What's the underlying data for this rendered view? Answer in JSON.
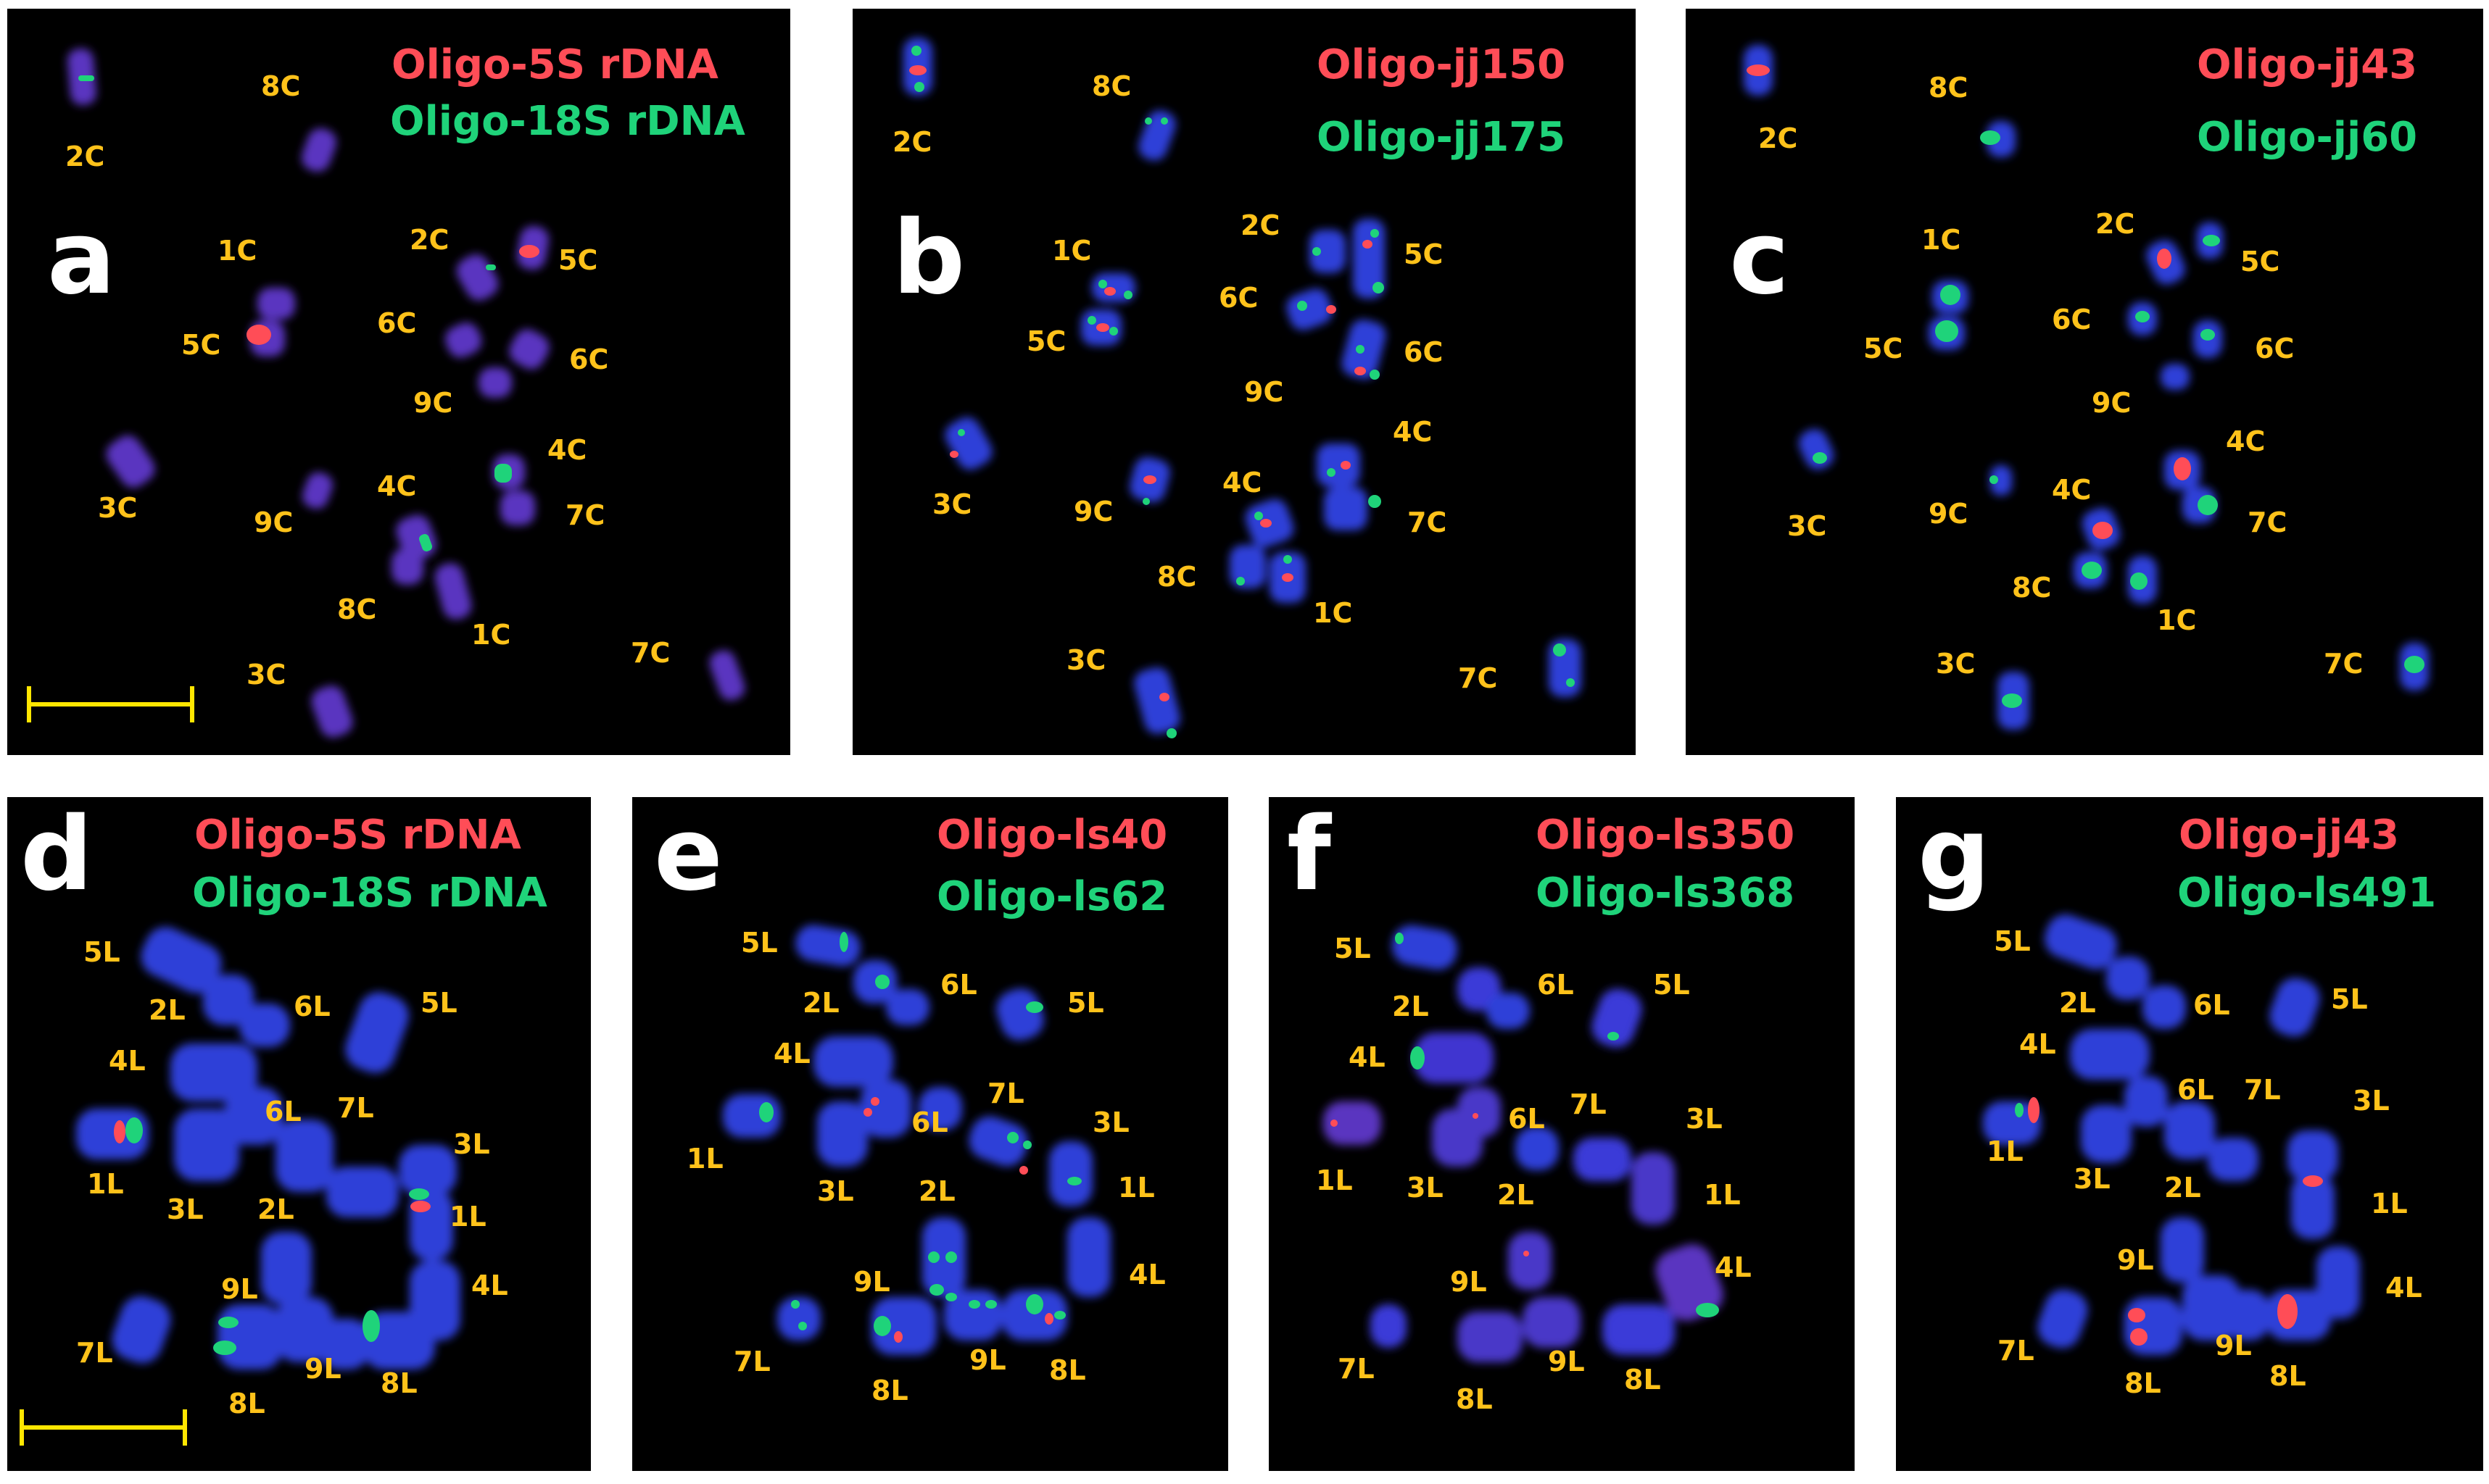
{
  "panels": {
    "a": {
      "letter": "a",
      "red_probe": "Oligo-5S rDNA",
      "green_probe": "Oligo-18S rDNA",
      "labels": [
        "2C",
        "8C",
        "1C",
        "2C",
        "5C",
        "5C",
        "6C",
        "6C",
        "9C",
        "3C",
        "9C",
        "4C",
        "4C",
        "7C",
        "8C",
        "1C",
        "3C",
        "7C"
      ]
    },
    "b": {
      "letter": "b",
      "red_probe": "Oligo-jj150",
      "green_probe": "Oligo-jj175",
      "labels": [
        "2C",
        "8C",
        "2C",
        "5C",
        "1C",
        "6C",
        "5C",
        "6C",
        "9C",
        "4C",
        "3C",
        "9C",
        "4C",
        "7C",
        "8C",
        "1C",
        "3C",
        "7C"
      ]
    },
    "c": {
      "letter": "c",
      "red_probe": "Oligo-jj43",
      "green_probe": "Oligo-jj60",
      "labels": [
        "2C",
        "8C",
        "1C",
        "2C",
        "5C",
        "6C",
        "5C",
        "6C",
        "9C",
        "4C",
        "3C",
        "9C",
        "4C",
        "7C",
        "8C",
        "1C",
        "3C",
        "7C"
      ]
    },
    "d": {
      "letter": "d",
      "red_probe": "Oligo-5S rDNA",
      "green_probe": "Oligo-18S rDNA",
      "labels": [
        "5L",
        "2L",
        "6L",
        "5L",
        "4L",
        "6L",
        "7L",
        "3L",
        "1L",
        "3L",
        "2L",
        "1L",
        "9L",
        "4L",
        "7L",
        "9L",
        "8L",
        "8L"
      ]
    },
    "e": {
      "letter": "e",
      "red_probe": "Oligo-ls40",
      "green_probe": "Oligo-ls62",
      "labels": [
        "5L",
        "6L",
        "2L",
        "5L",
        "4L",
        "7L",
        "6L",
        "3L",
        "1L",
        "1L",
        "3L",
        "2L",
        "9L",
        "4L",
        "7L",
        "9L",
        "8L",
        "8L"
      ]
    },
    "f": {
      "letter": "f",
      "red_probe": "Oligo-ls350",
      "green_probe": "Oligo-ls368",
      "labels": [
        "5L",
        "2L",
        "6L",
        "5L",
        "4L",
        "6L",
        "7L",
        "3L",
        "1L",
        "3L",
        "2L",
        "1L",
        "9L",
        "4L",
        "7L",
        "9L",
        "8L",
        "8L"
      ]
    },
    "g": {
      "letter": "g",
      "red_probe": "Oligo-jj43",
      "green_probe": "Oligo-ls491",
      "labels": [
        "5L",
        "2L",
        "6L",
        "5L",
        "4L",
        "6L",
        "7L",
        "3L",
        "1L",
        "3L",
        "2L",
        "1L",
        "9L",
        "4L",
        "7L",
        "9L",
        "8L",
        "8L"
      ]
    }
  },
  "colors": {
    "red_signal": "#ff4d57",
    "green_signal": "#1fd37a",
    "label": "#ffc21a",
    "scale_bar": "#ffe600",
    "chromosome_blue": "#2f3fd8",
    "chromosome_purple": "#5a34c0"
  }
}
